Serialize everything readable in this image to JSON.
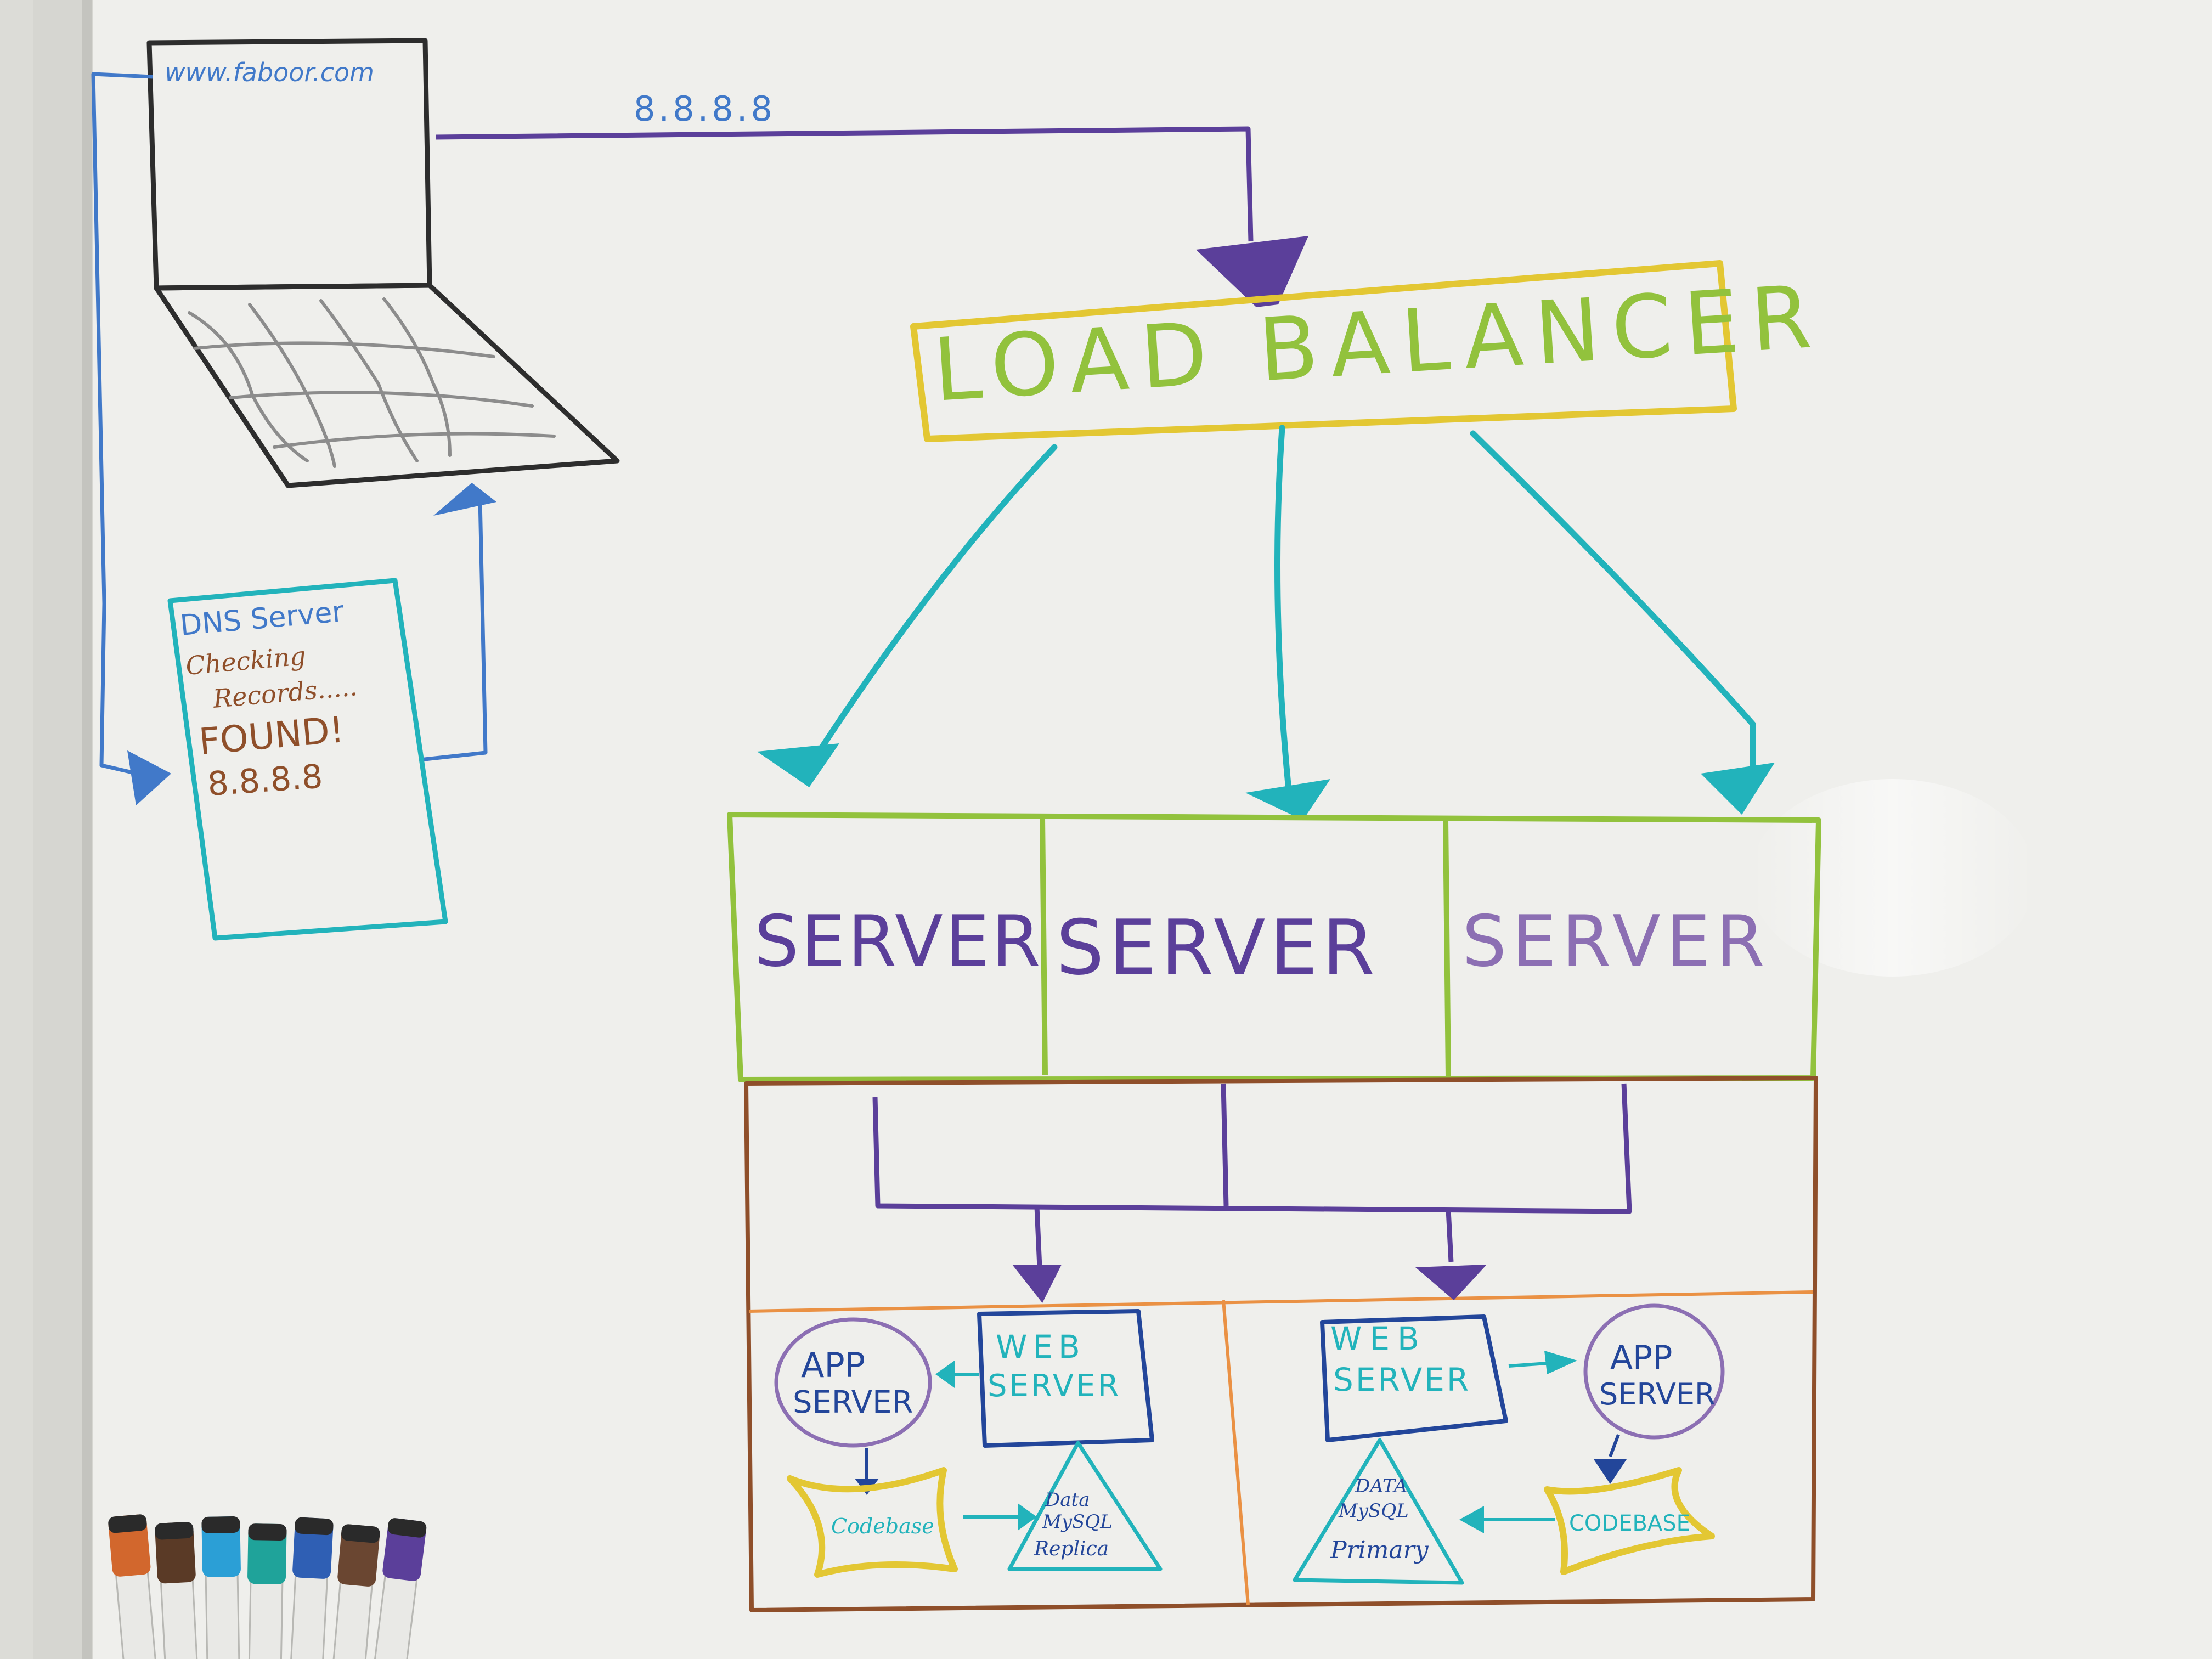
{
  "colors": {
    "board": "#efefec",
    "frame": "#d2d2cd",
    "black": "#2d2d2d",
    "gray": "#8c8c8c",
    "blue": "#4179c9",
    "navy": "#23469a",
    "purple": "#5b3f9a",
    "teal": "#22b3bb",
    "green": "#92c23d",
    "yellow": "#e3c733",
    "brown": "#8f4f2a",
    "orange": "#ea9144",
    "light_purple": "#8c6fb3"
  },
  "laptop": {
    "url": "www.faboor.com"
  },
  "dns": {
    "title": "DNS Server",
    "line1": "Checking",
    "line2": "Records.....",
    "found": "FOUND!",
    "ip": "8.8.8.8"
  },
  "request": {
    "ip": "8.8.8.8"
  },
  "load_balancer": {
    "label": "LOAD BALANCER"
  },
  "servers": [
    {
      "label": "SERVER"
    },
    {
      "label": "SERVER"
    },
    {
      "label": "SERVER"
    }
  ],
  "left_stack": {
    "web_line1": "WEB",
    "web_line2": "SERVER",
    "app_line1": "APP",
    "app_line2": "SERVER",
    "codebase": "Codebase",
    "db_line1": "Data",
    "db_line2": "MySQL",
    "db_line3": "Replica"
  },
  "right_stack": {
    "web_line1": "WEB",
    "web_line2": "SERVER",
    "app_line1": "APP",
    "app_line2": "SERVER",
    "codebase": "CODEBASE",
    "db_line1": "DATA",
    "db_line2": "MySQL",
    "db_line3": "Primary"
  },
  "markers": [
    {
      "name": "orange-marker",
      "color": "#d2672d"
    },
    {
      "name": "brown-marker",
      "color": "#5a3a26"
    },
    {
      "name": "light-blue-marker",
      "color": "#2b9fd6"
    },
    {
      "name": "teal-marker",
      "color": "#1fa39a"
    },
    {
      "name": "blue-marker",
      "color": "#2f5fb4"
    },
    {
      "name": "dark-brown-marker",
      "color": "#6a4631"
    },
    {
      "name": "purple-marker",
      "color": "#5b3f9a"
    }
  ]
}
